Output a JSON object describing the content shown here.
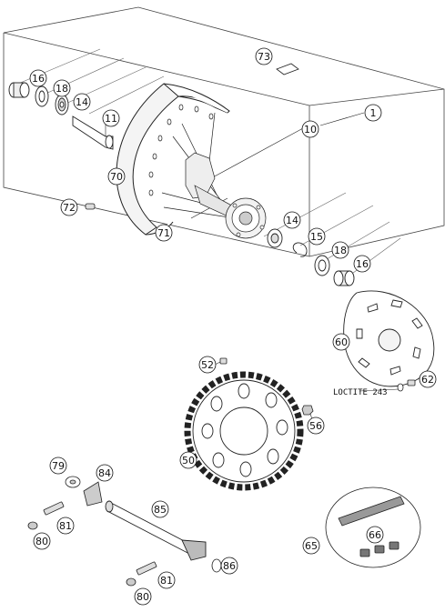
{
  "diagram": {
    "callouts": [
      {
        "id": "c1",
        "text": "1"
      },
      {
        "id": "c10",
        "text": "10"
      },
      {
        "id": "c11",
        "text": "11"
      },
      {
        "id": "c14a",
        "text": "14"
      },
      {
        "id": "c14b",
        "text": "14"
      },
      {
        "id": "c15",
        "text": "15"
      },
      {
        "id": "c16a",
        "text": "16"
      },
      {
        "id": "c16b",
        "text": "16"
      },
      {
        "id": "c18a",
        "text": "18"
      },
      {
        "id": "c18b",
        "text": "18"
      },
      {
        "id": "c50",
        "text": "50"
      },
      {
        "id": "c52",
        "text": "52"
      },
      {
        "id": "c56",
        "text": "56"
      },
      {
        "id": "c60",
        "text": "60"
      },
      {
        "id": "c62",
        "text": "62"
      },
      {
        "id": "c65",
        "text": "65"
      },
      {
        "id": "c66",
        "text": "66"
      },
      {
        "id": "c70",
        "text": "70"
      },
      {
        "id": "c71",
        "text": "71"
      },
      {
        "id": "c72",
        "text": "72"
      },
      {
        "id": "c73",
        "text": "73"
      },
      {
        "id": "c79",
        "text": "79"
      },
      {
        "id": "c80a",
        "text": "80"
      },
      {
        "id": "c80b",
        "text": "80"
      },
      {
        "id": "c81a",
        "text": "81"
      },
      {
        "id": "c81b",
        "text": "81"
      },
      {
        "id": "c84",
        "text": "84"
      },
      {
        "id": "c85",
        "text": "85"
      },
      {
        "id": "c86",
        "text": "86"
      }
    ],
    "loctite_note": "LOCTITE 243"
  }
}
